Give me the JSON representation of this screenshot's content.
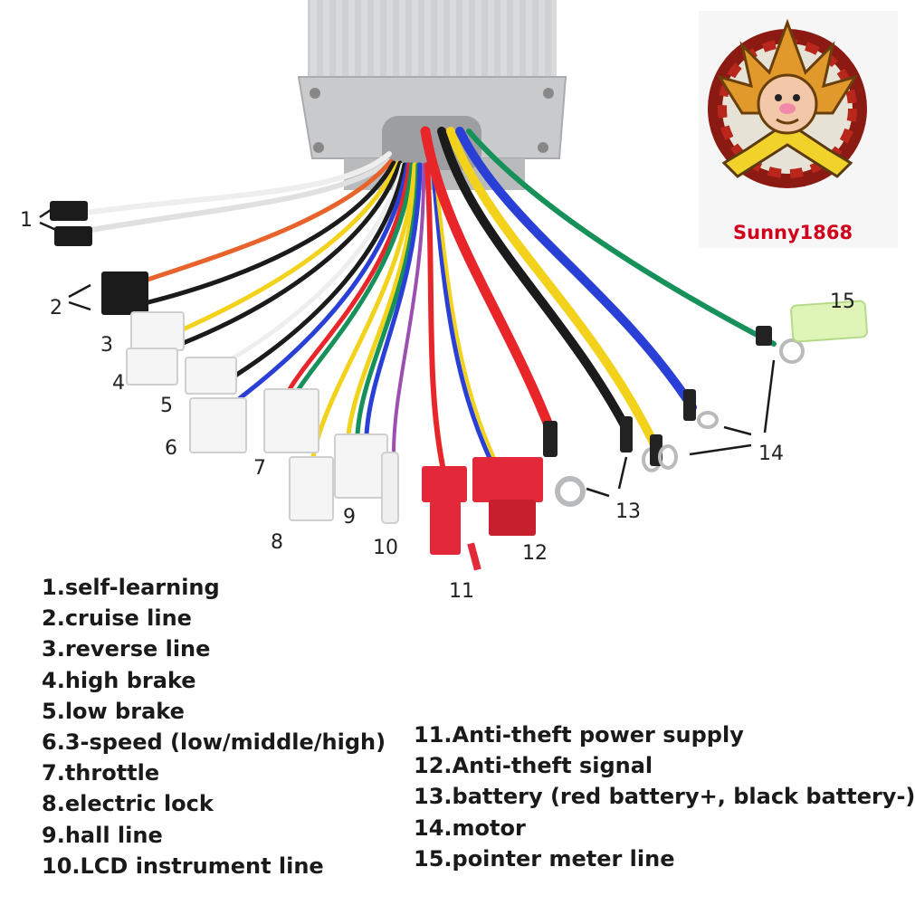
{
  "callouts": {
    "n1": "1",
    "n2": "2",
    "n3": "3",
    "n4": "4",
    "n5": "5",
    "n6": "6",
    "n7": "7",
    "n8": "8",
    "n9": "9",
    "n10": "10",
    "n11": "11",
    "n12": "12",
    "n13": "13",
    "n14": "14",
    "n15": "15"
  },
  "legend_left": [
    "1.self-learning",
    "2.cruise line",
    "3.reverse line",
    "4.high brake",
    "5.low brake",
    "6.3-speed (low/middle/high)",
    "7.throttle",
    "8.electric lock",
    "9.hall line",
    "10.LCD instrument line"
  ],
  "legend_right": [
    "11.Anti-theft power supply",
    "12.Anti-theft signal",
    "13.battery (red battery+, black battery-)",
    "14.motor",
    "15.pointer meter line"
  ],
  "logo": {
    "text": "Sunny1868"
  },
  "colors": {
    "red_wire": "#e8262a",
    "black_wire": "#1b1b1b",
    "yellow_wire": "#f2d21b",
    "blue_wire": "#2a3fd6",
    "green_wire": "#17915a",
    "white_wire": "#eeeeee",
    "orange_wire": "#e8632b",
    "connector_red": "#e3283a",
    "logo_red": "#d0021b"
  }
}
